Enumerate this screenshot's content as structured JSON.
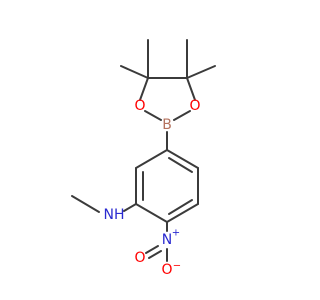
{
  "structure": {
    "atoms": {
      "oxygen_ring_left": {
        "label": "O",
        "color": "#ff0000"
      },
      "oxygen_ring_right": {
        "label": "O",
        "color": "#ff0000"
      },
      "boron": {
        "label": "B",
        "color": "#b5735f"
      },
      "amine_nh": {
        "label": "NH",
        "color": "#2a2ad0"
      },
      "nitro_n": {
        "label": "N",
        "charge": "+",
        "color": "#2a2ad0"
      },
      "nitro_o_bottom": {
        "label": "O",
        "charge": "−",
        "color": "#ff0000"
      },
      "nitro_o_left": {
        "label": "O",
        "color": "#ff0000"
      }
    },
    "bond_color": "#3b3b3b"
  }
}
